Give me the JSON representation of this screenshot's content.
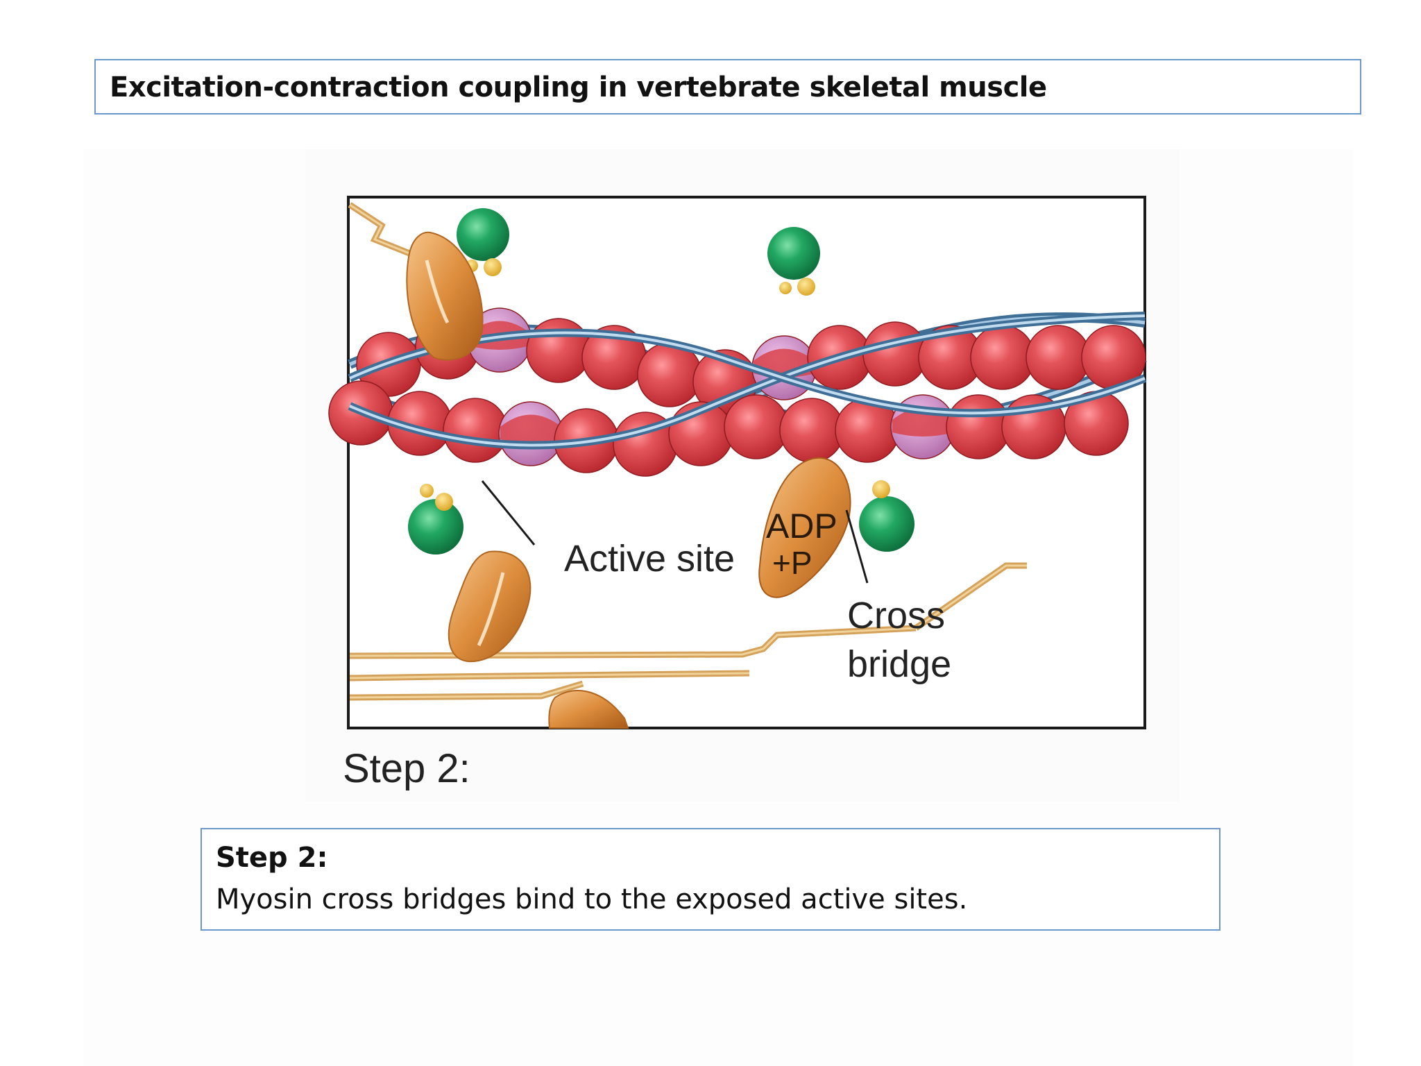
{
  "slide": {
    "title": "Excitation-contraction coupling in vertebrate skeletal muscle"
  },
  "figure": {
    "labels": {
      "active_site": "Active site",
      "adp": "ADP",
      "p": "+P",
      "cross": "Cross",
      "bridge": "bridge",
      "caption": "Step 2:"
    },
    "colors": {
      "actin": "#d9434a",
      "active_site": "#c87fc2",
      "troponin": "#1d9b5a",
      "tropomyosin": "#5d8fb8",
      "myosin": "#d98a3a"
    }
  },
  "step_box": {
    "title": "Step 2:",
    "description": "Myosin cross bridges bind to the exposed active sites."
  }
}
